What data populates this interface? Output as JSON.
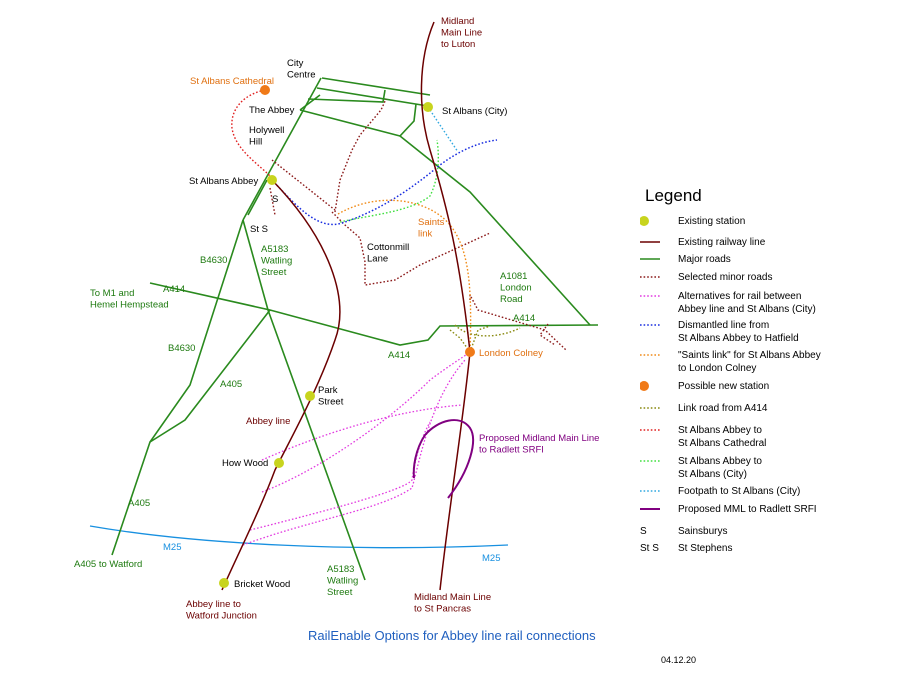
{
  "colors": {
    "railway": "#6b0000",
    "major_road": "#2a8a1e",
    "minor_road": "#8b1a1a",
    "alt_rail": "#e23be0",
    "dismantled": "#1a2ee0",
    "saints_link": "#f08c1a",
    "link_road": "#8a8a10",
    "cathedral_route": "#e02020",
    "city_route": "#40e040",
    "footpath": "#30a8e0",
    "srfi": "#800080",
    "station_existing": "#c8d41e",
    "station_new": "#f07a18",
    "m25": "#1890e0",
    "label_green": "#1e7a10",
    "label_rail": "#6b0000",
    "label_orange": "#e07010",
    "label_purple": "#800080",
    "label_blue": "#1890e0"
  },
  "map_labels": {
    "city_centre": "City\nCentre",
    "st_albans_cathedral": "St Albans Cathedral",
    "the_abbey": "The Abbey",
    "holywell_hill": "Holywell\nHill",
    "st_albans_abbey": "St Albans Abbey",
    "sainsburys_short": "S",
    "st_stephens_short": "St S",
    "st_albans_city": "St Albans (City)",
    "midland_main_line_luton": "Midland\nMain Line\nto Luton",
    "saints_link": "Saints\nlink",
    "cottonmill_lane": "Cottonmill\nLane",
    "a5183_top": "A5183\nWatling\nStreet",
    "b4630_top": "B4630",
    "to_m1": "To M1 and\nHemel Hempstead",
    "a414_west": "A414",
    "a414_mid": "A414",
    "a414_east": "A414",
    "a1081": "A1081\nLondon\nRoad",
    "london_colney": "London Colney",
    "b4630_bottom": "B4630",
    "a405": "A405",
    "park_street": "Park\nStreet",
    "abbey_line": "Abbey line",
    "how_wood": "How Wood",
    "proposed_mml": "Proposed Midland Main Line\nto Radlett SRFI",
    "a405_lower": "A405",
    "m25_west": "M25",
    "m25_east": "M25",
    "a405_to_watford": "A405 to Watford",
    "bricket_wood": "Bricket Wood",
    "a5183_bottom": "A5183\nWatling\nStreet",
    "midland_main_line_st_pancras": "Midland Main Line\nto St Pancras",
    "abbey_line_watford": "Abbey line to\nWatford Junction"
  },
  "legend": {
    "title": "Legend",
    "items": [
      {
        "label": "Existing station"
      },
      {
        "label": "Existing railway line"
      },
      {
        "label": "Major roads"
      },
      {
        "label": "Selected minor roads"
      },
      {
        "label": "Alternatives for rail between\nAbbey line and St Albans (City)"
      },
      {
        "label": "Dismantled line from\nSt Albans Abbey to Hatfield"
      },
      {
        "label": "\"Saints link\" for St Albans Abbey\nto London Colney"
      },
      {
        "label": "Possible new station"
      },
      {
        "label": "Link road from A414"
      },
      {
        "label": "St Albans Abbey to\nSt Albans Cathedral"
      },
      {
        "label": "St Albans Abbey to\nSt Albans (City)"
      },
      {
        "label": "Footpath to St Albans (City)"
      },
      {
        "label": "Proposed MML to Radlett SRFI"
      },
      {
        "abbr": "S",
        "label": "Sainsburys"
      },
      {
        "abbr": "St S",
        "label": "St Stephens"
      }
    ]
  },
  "caption": "RailEnable Options for Abbey line rail connections",
  "date": "04.12.20"
}
